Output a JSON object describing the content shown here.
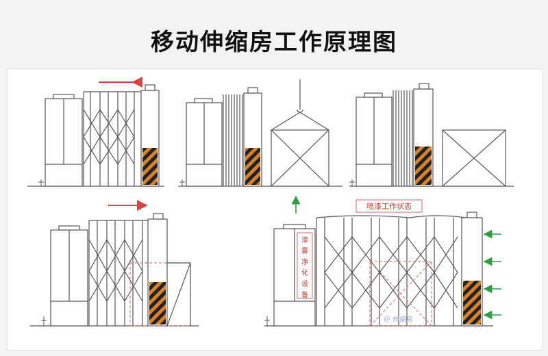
{
  "title": "移动伸缩房工作原理图",
  "labels": {
    "spray_state": "喷漆工作状态",
    "purifier": "漆雾净化设备"
  },
  "watermark": "＠ 伸缩房",
  "colors": {
    "arrow_red": "#d64541",
    "arrow_green": "#2e9e44",
    "stripe_orange": "#d9822b",
    "stripe_dark": "#222222",
    "line": "#555555",
    "dashed_red": "#d98080"
  }
}
